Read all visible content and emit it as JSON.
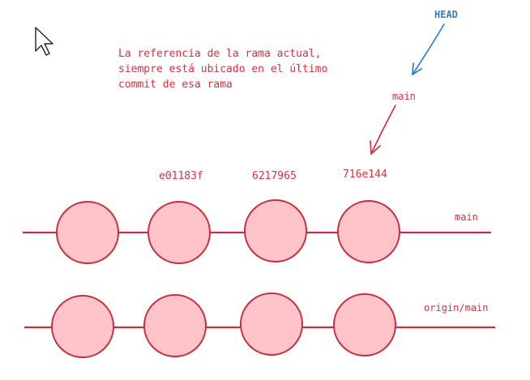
{
  "annotation": {
    "lines": [
      "La referencia de la rama actual,",
      "siempre está ubicado en el último",
      "commit de esa rama"
    ]
  },
  "pointers": {
    "head_label": "HEAD",
    "branch_label": "main"
  },
  "commits": {
    "hashes": [
      "e01183f",
      "6217965",
      "716e144"
    ]
  },
  "branches": {
    "local": {
      "label": "main",
      "commit_count": 4
    },
    "remote": {
      "label": "origin/main",
      "commit_count": 4
    }
  },
  "colors": {
    "red": "#d9323f",
    "blue": "#2f7fc1",
    "node_fill": "#ffc4c9",
    "node_stroke": "#c82f3e",
    "cursor_fill": "#ffffff",
    "cursor_stroke": "#222222"
  }
}
